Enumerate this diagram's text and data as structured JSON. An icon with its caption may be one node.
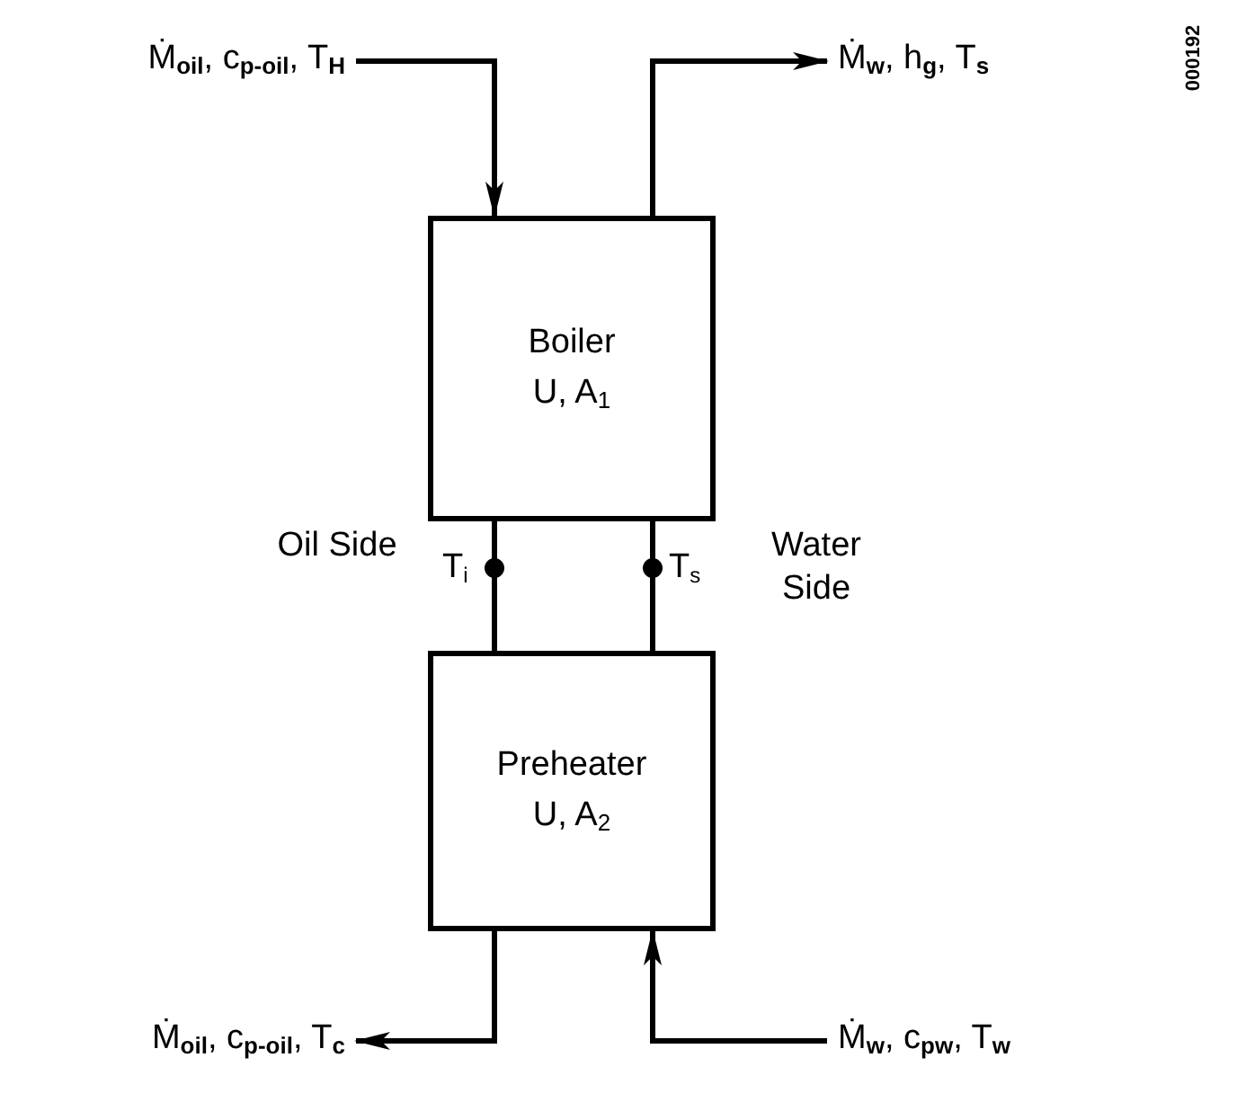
{
  "diagram": {
    "nodes": [
      {
        "text": [
          "Ṁ$_{oil}$, c$_{p-oil}$, T$_{H}$"
        ]
      },
      {
        "text": [
          "Ṁ$_{w}$, h$_{g}$, T$_{s}$"
        ]
      },
      {
        "text": [
          "Boiler",
          "U, A$_{1}$"
        ]
      },
      {
        "text": [
          "Preheater",
          "U, A$_{2}$"
        ]
      },
      {
        "text": [
          "Ṁ$_{oil}$, c$_{p-oil}$, T$_{c}$"
        ]
      },
      {
        "text": [
          "Ṁ$_{w}$, c$_{pw}$, T$_{w}$"
        ]
      }
    ],
    "edges": [
      {
        "from": 0,
        "to": 2,
        "arrow": "to"
      },
      {
        "from": 2,
        "to": 1,
        "arrow": "to"
      },
      {
        "from": 2,
        "to": 3,
        "arrow": "none"
      },
      {
        "from": 2,
        "to": 3,
        "arrow": "none"
      },
      {
        "from": 3,
        "to": 4,
        "arrow": "to"
      },
      {
        "from": 5,
        "to": 3,
        "arrow": "to"
      }
    ],
    "labels": [
      "Oil Side",
      "T$_{i}$",
      "T$_{s}$",
      "Water Side",
      "000192"
    ]
  }
}
